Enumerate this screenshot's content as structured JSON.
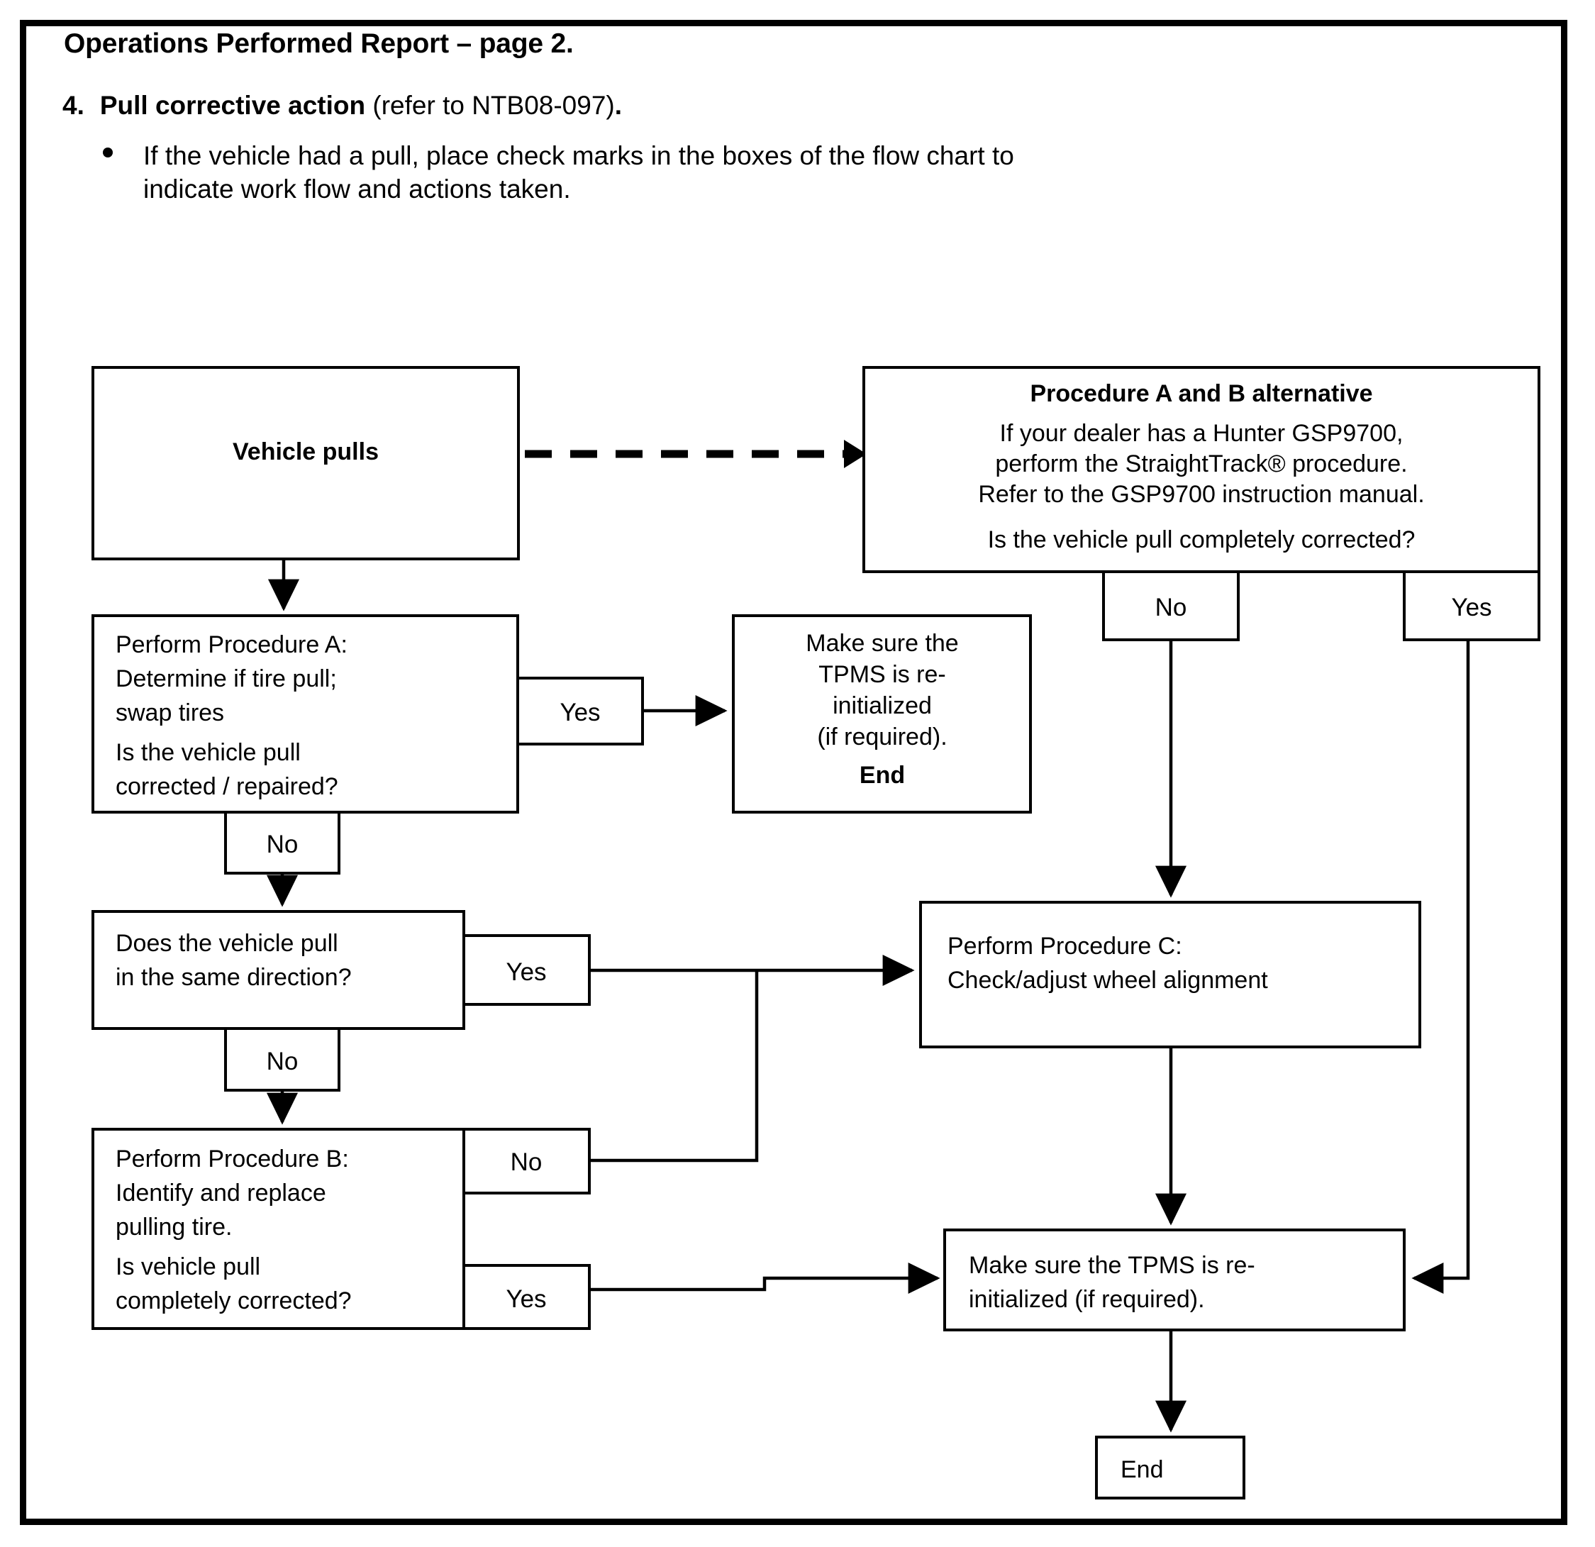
{
  "document": {
    "title": "Operations Performed Report – page 2.",
    "step": {
      "number": "4.",
      "heading": "Pull corrective action",
      "reference": " (refer to NTB08-097)",
      "period": "."
    },
    "bullet": "If the vehicle had a pull, place check marks in the boxes of the flow chart to indicate work flow and actions taken."
  },
  "chart_data": {
    "type": "flowchart",
    "title": "Pull corrective action flow chart",
    "nodes": [
      {
        "id": "vehicle_pulls",
        "label": "Vehicle pulls",
        "bold": true,
        "align": "center"
      },
      {
        "id": "alt_title",
        "label": "Procedure A and B alternative",
        "bold": true,
        "align": "center"
      },
      {
        "id": "alt_body_1",
        "label": "If your dealer has a Hunter GSP9700,",
        "align": "center"
      },
      {
        "id": "alt_body_2",
        "label": "perform the StraightTrack® procedure.",
        "align": "center"
      },
      {
        "id": "alt_body_3",
        "label": "Refer to the GSP9700 instruction manual.",
        "align": "center"
      },
      {
        "id": "alt_question",
        "label": "Is the vehicle pull completely corrected?",
        "align": "center"
      },
      {
        "id": "proc_a_1",
        "label": "Perform Procedure A:"
      },
      {
        "id": "proc_a_2",
        "label": "Determine if tire pull;"
      },
      {
        "id": "proc_a_3",
        "label": "swap tires"
      },
      {
        "id": "proc_a_4",
        "label": "Is the vehicle pull"
      },
      {
        "id": "proc_a_5",
        "label": "corrected / repaired?"
      },
      {
        "id": "tpms_end_1",
        "label": "Make sure the",
        "align": "center"
      },
      {
        "id": "tpms_end_2",
        "label": "TPMS is re-",
        "align": "center"
      },
      {
        "id": "tpms_end_3",
        "label": "initialized",
        "align": "center"
      },
      {
        "id": "tpms_end_4",
        "label": "(if required).",
        "align": "center"
      },
      {
        "id": "tpms_end_5",
        "label": "End",
        "bold": true,
        "align": "center"
      },
      {
        "id": "same_dir_1",
        "label": "Does the vehicle pull"
      },
      {
        "id": "same_dir_2",
        "label": "in the same direction?"
      },
      {
        "id": "proc_b_1",
        "label": "Perform Procedure B:"
      },
      {
        "id": "proc_b_2",
        "label": "Identify and replace"
      },
      {
        "id": "proc_b_3",
        "label": "pulling tire."
      },
      {
        "id": "proc_b_4",
        "label": "Is vehicle pull"
      },
      {
        "id": "proc_b_5",
        "label": "completely corrected?"
      },
      {
        "id": "proc_c_1",
        "label": "Perform Procedure C:"
      },
      {
        "id": "proc_c_2",
        "label": "Check/adjust wheel alignment"
      },
      {
        "id": "tpms_bottom_1",
        "label": "Make sure the TPMS is re-"
      },
      {
        "id": "tpms_bottom_2",
        "label": "initialized (if required)."
      },
      {
        "id": "end_final",
        "label": "End"
      }
    ],
    "edge_labels": {
      "alt_no": "No",
      "alt_yes": "Yes",
      "proc_a_yes": "Yes",
      "proc_a_no": "No",
      "same_dir_yes": "Yes",
      "same_dir_no": "No",
      "proc_b_no": "No",
      "proc_b_yes": "Yes"
    },
    "edges": [
      {
        "from": "vehicle_pulls",
        "to": "alt_box",
        "style": "dashed",
        "label": ""
      },
      {
        "from": "vehicle_pulls",
        "to": "proc_a",
        "style": "solid",
        "label": ""
      },
      {
        "from": "proc_a",
        "to": "tpms_end",
        "style": "solid",
        "label": "Yes"
      },
      {
        "from": "proc_a",
        "to": "same_dir",
        "style": "solid",
        "label": "No"
      },
      {
        "from": "same_dir",
        "to": "proc_c",
        "style": "solid",
        "label": "Yes"
      },
      {
        "from": "same_dir",
        "to": "proc_b",
        "style": "solid",
        "label": "No"
      },
      {
        "from": "proc_b",
        "to": "proc_c",
        "style": "solid",
        "label": "No"
      },
      {
        "from": "proc_b",
        "to": "tpms_bottom",
        "style": "solid",
        "label": "Yes"
      },
      {
        "from": "alt_box",
        "to": "proc_c",
        "style": "solid",
        "label": "No"
      },
      {
        "from": "alt_box",
        "to": "tpms_bottom",
        "style": "solid",
        "label": "Yes"
      },
      {
        "from": "proc_c",
        "to": "tpms_bottom",
        "style": "solid",
        "label": ""
      },
      {
        "from": "tpms_bottom",
        "to": "end_final",
        "style": "solid",
        "label": ""
      }
    ]
  },
  "colors": {
    "ink": "#000000",
    "paper": "#ffffff"
  }
}
